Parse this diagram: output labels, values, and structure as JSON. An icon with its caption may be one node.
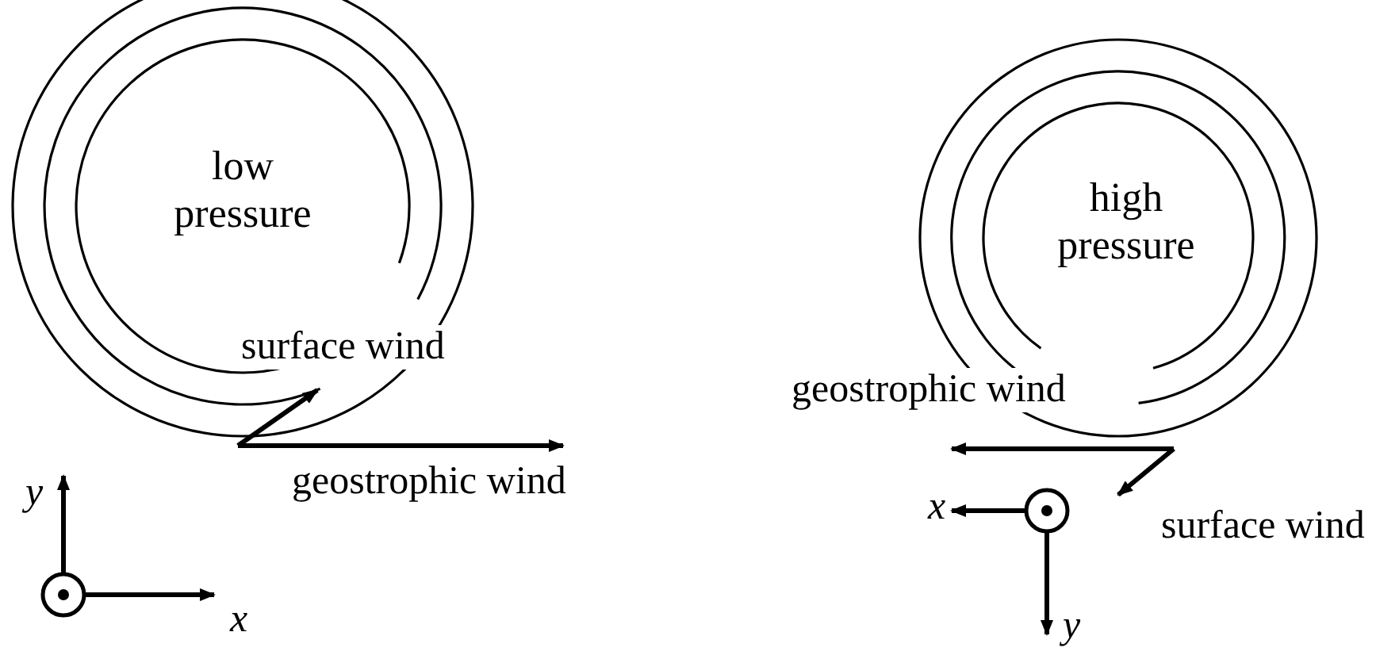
{
  "diagram": {
    "nodes": [
      {
        "text": [
          "low pressure"
        ]
      },
      {
        "text": [
          "high pressure"
        ]
      }
    ],
    "labels": [
      "surface wind",
      "geostrophic wind",
      "y",
      "x",
      "geostrophic wind",
      "surface wind",
      "x",
      "y"
    ]
  }
}
